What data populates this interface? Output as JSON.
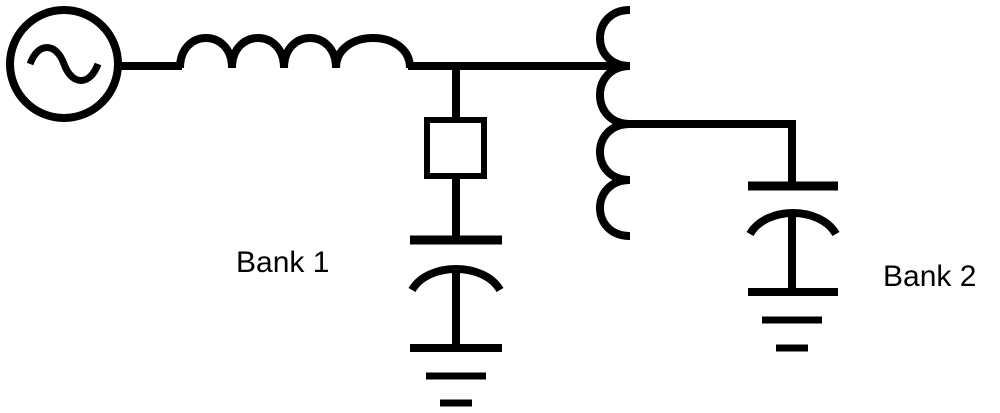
{
  "diagram": {
    "colors": {
      "line": "#000000",
      "background": "#ffffff"
    },
    "labels": {
      "bank1": "Bank 1",
      "bank2": "Bank 2"
    },
    "components": [
      {
        "name": "ac-source-icon",
        "kind": "ac-voltage-source"
      },
      {
        "name": "series-inductor",
        "kind": "inductor"
      },
      {
        "name": "breaker-switch",
        "kind": "switch"
      },
      {
        "name": "bank1-capacitor",
        "kind": "capacitor"
      },
      {
        "name": "tapped-reactor",
        "kind": "tapped-inductor"
      },
      {
        "name": "bank2-capacitor",
        "kind": "capacitor"
      },
      {
        "name": "ground-symbol",
        "kind": "ground"
      }
    ]
  }
}
